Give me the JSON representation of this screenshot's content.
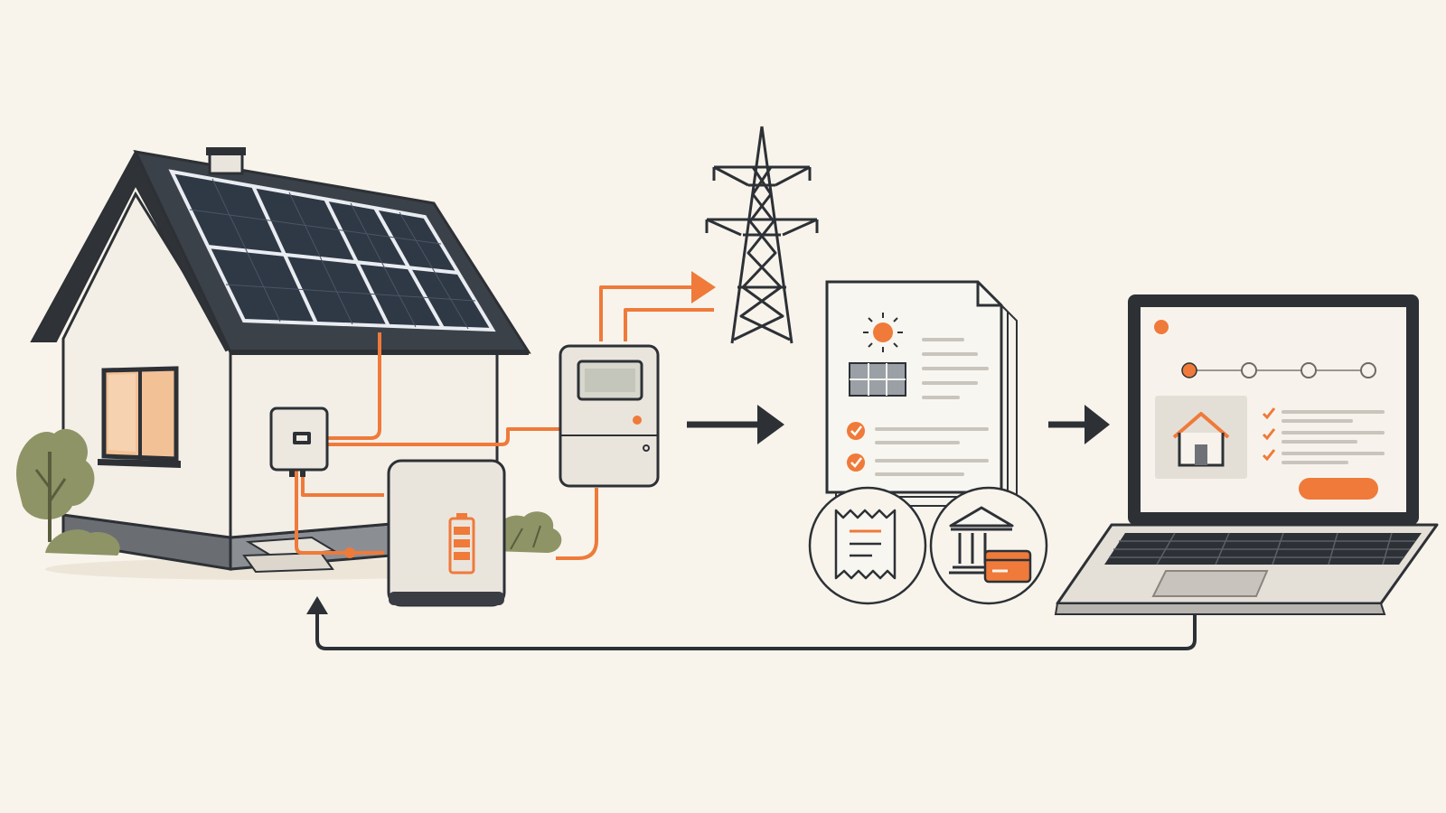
{
  "colors": {
    "background": "#f8f4ec",
    "ink": "#2d3136",
    "accent": "#ef7a3a",
    "panel": "#2f3845",
    "wall": "#f3efe7",
    "window": "#f2c196",
    "device": "#e9e5dd",
    "shrub": "#8e9466"
  },
  "nodes": [
    {
      "id": "house",
      "icon": "house-with-solar-panels-icon"
    },
    {
      "id": "inverter",
      "icon": "inverter-icon"
    },
    {
      "id": "battery",
      "icon": "home-battery-icon"
    },
    {
      "id": "meter",
      "icon": "electric-meter-icon"
    },
    {
      "id": "grid",
      "icon": "transmission-tower-icon"
    },
    {
      "id": "document",
      "icon": "solar-application-document-icon"
    },
    {
      "id": "receipt",
      "icon": "receipt-icon"
    },
    {
      "id": "bank",
      "icon": "bank-and-card-icon"
    },
    {
      "id": "laptop",
      "icon": "laptop-portal-icon"
    }
  ],
  "edges": [
    {
      "from": "house",
      "to": "inverter",
      "style": "orange-cable"
    },
    {
      "from": "inverter",
      "to": "battery",
      "style": "orange-cable"
    },
    {
      "from": "inverter",
      "to": "meter",
      "style": "orange-cable"
    },
    {
      "from": "meter",
      "to": "grid",
      "style": "orange-arrow"
    },
    {
      "from": "meter",
      "to": "document",
      "style": "dark-arrow"
    },
    {
      "from": "document",
      "to": "laptop",
      "style": "dark-arrow"
    },
    {
      "from": "laptop",
      "to": "house",
      "style": "dark-return-arrow"
    }
  ]
}
